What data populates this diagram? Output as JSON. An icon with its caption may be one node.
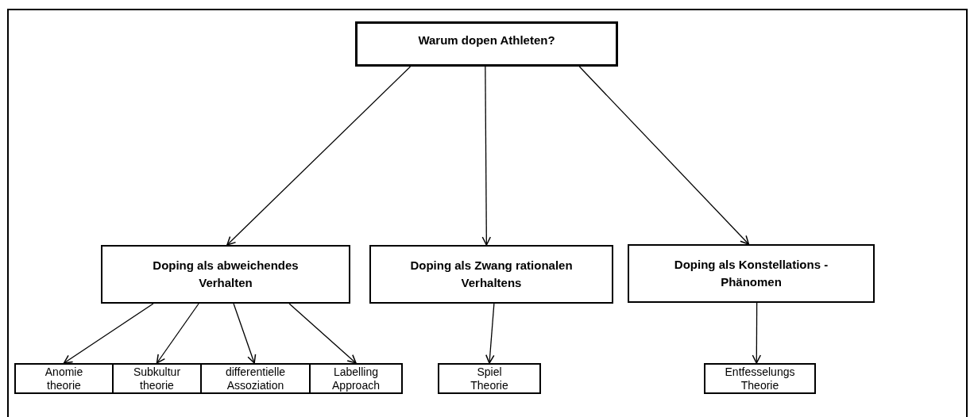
{
  "diagram": {
    "nodes": [
      {
        "text": [
          "Warum dopen Athleten?"
        ]
      },
      {
        "text": [
          "Doping als abweichendes Verhalten"
        ]
      },
      {
        "text": [
          "Doping als Zwang rationalen Verhaltens"
        ]
      },
      {
        "text": [
          "Doping als Konstellations - Phänomen"
        ]
      },
      {
        "text": [
          "Anomie theorie"
        ]
      },
      {
        "text": [
          "Subkultur theorie"
        ]
      },
      {
        "text": [
          "differentielle Assoziation"
        ]
      },
      {
        "text": [
          "Labelling Approach"
        ]
      },
      {
        "text": [
          "Spiel Theorie"
        ]
      },
      {
        "text": [
          "Entfesselungs Theorie"
        ]
      }
    ],
    "edges": [
      {
        "from": 0,
        "to": 1,
        "arrow": "to"
      },
      {
        "from": 0,
        "to": 2,
        "arrow": "to"
      },
      {
        "from": 0,
        "to": 3,
        "arrow": "to"
      },
      {
        "from": 1,
        "to": 4,
        "arrow": "to"
      },
      {
        "from": 1,
        "to": 5,
        "arrow": "to"
      },
      {
        "from": 1,
        "to": 6,
        "arrow": "to"
      },
      {
        "from": 1,
        "to": 7,
        "arrow": "to"
      },
      {
        "from": 2,
        "to": 8,
        "arrow": "to"
      },
      {
        "from": 3,
        "to": 9,
        "arrow": "to"
      }
    ]
  }
}
